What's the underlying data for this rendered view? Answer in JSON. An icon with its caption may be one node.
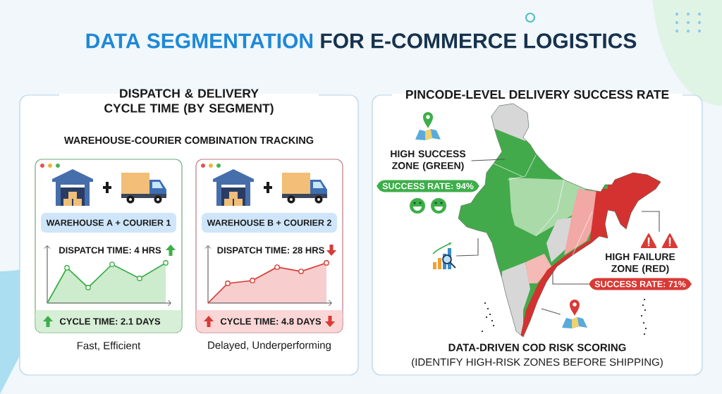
{
  "diagram": {
    "title": "**DATA SEGMENTATION** FOR E-COMMERCE LOGISTICS",
    "nodes": [
      {
        "text": [
          "DISPATCH & DELIVERY CYCLE TIME (BY SEGMENT)",
          "WAREHOUSE-COURIER COMBINATION TRACKING"
        ]
      },
      {
        "text": [
          "WAREHOUSE A + COURIER 1",
          "DISPATCH TIME: 4 HRS",
          "CYCLE TIME: 2.1 DAYS"
        ],
        "beside": [
          "Fast, Efficient"
        ],
        "in": 0
      },
      {
        "text": [
          "WAREHOUSE B + COURIER 2",
          "DISPATCH TIME: 28 HRS",
          "CYCLE TIME: 4.8 DAYS"
        ],
        "beside": [
          "Delayed, Underperforming"
        ],
        "in": 0
      },
      {
        "text": [
          "PINCODE-LEVEL DELIVERY SUCCESS RATE",
          "DATA-DRIVEN COD RISK SCORING",
          "(IDENTIFY HIGH-RISK ZONES BEFORE SHIPPING)"
        ]
      },
      {
        "text": [
          "HIGH SUCCESS ZONE (GREEN)"
        ],
        "in": 3
      },
      {
        "text": [
          "SUCCESS RATE: 94%"
        ],
        "in": 3
      },
      {
        "text": [],
        "shape": "picture",
        "in": 3
      },
      {
        "text": [],
        "shape": "picture",
        "in": 3
      },
      {
        "text": [],
        "shape": "picture",
        "in": 3
      },
      {
        "text": [
          "HIGH FAILURE ZONE (RED)"
        ],
        "in": 3
      },
      {
        "text": [
          "SUCCESS RATE: 71%"
        ],
        "in": 3
      },
      {
        "text": [],
        "shape": "picture",
        "in": 3
      }
    ],
    "edges": [
      {
        "from": 4,
        "to": 6,
        "arrow": "none"
      },
      {
        "from": 7,
        "to": 6,
        "arrow": "none"
      },
      {
        "from": 8,
        "to": 6,
        "arrow": "none"
      },
      {
        "from": 10,
        "to": 6,
        "arrow": "none"
      },
      {
        "from": 11,
        "to": 6,
        "arrow": "none"
      }
    ]
  }
}
